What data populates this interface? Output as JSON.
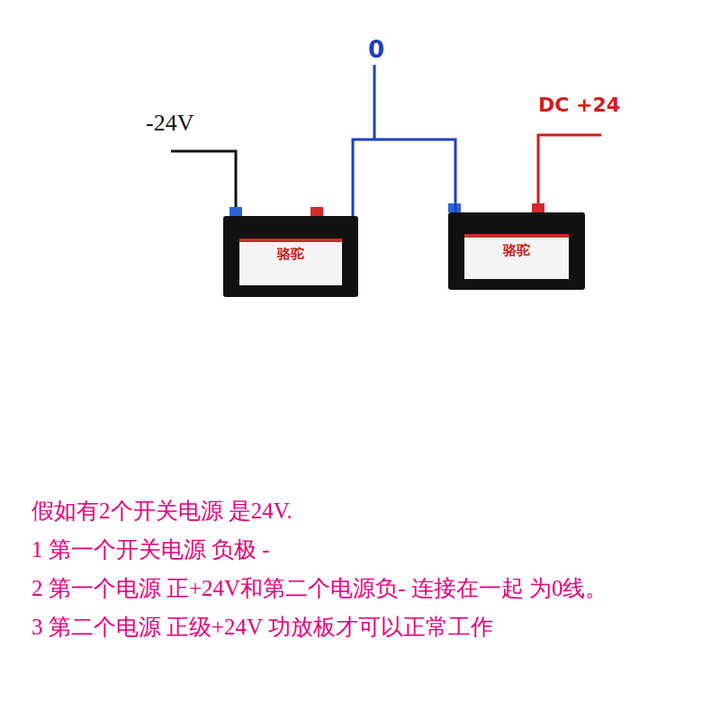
{
  "diagram": {
    "nodes": [
      {
        "text": [
          "骆驼"
        ]
      },
      {
        "text": [
          "骆驼"
        ]
      }
    ],
    "edges": [
      {
        "from": 0,
        "to": 1,
        "arrow": "none"
      }
    ],
    "labels": [
      "-24V",
      "0",
      "DC +24",
      "假如有2个开关电源 是24V.",
      "1 第一个开关电源 负极 -",
      "2 第一个电源 正+24V和第二个电源负- 连接在一起 为0线。",
      "3  第二个电源 正级+24V 功放板才可以正常工作"
    ]
  }
}
